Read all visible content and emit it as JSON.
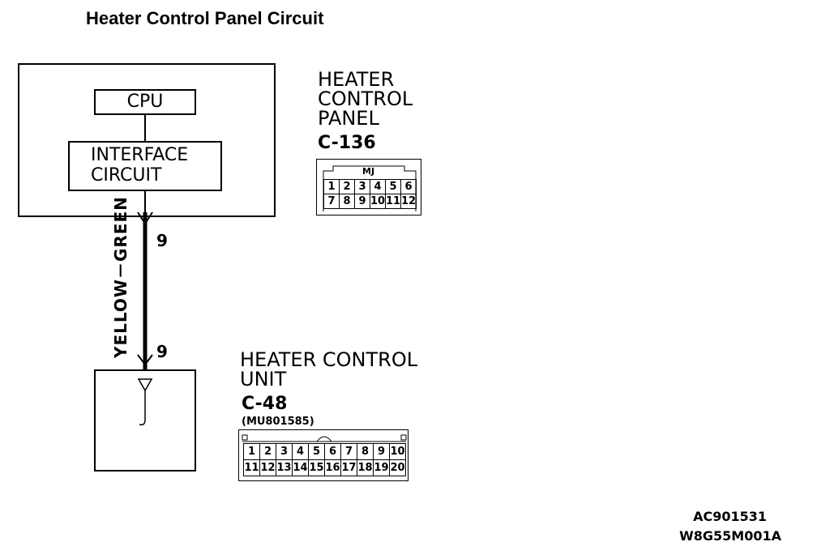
{
  "title": "Heater Control Panel Circuit",
  "heater_control_panel": {
    "name_lines": [
      "HEATER",
      "CONTROL",
      "PANEL"
    ],
    "connector_id": "C-136",
    "connector_tag": "MJ",
    "pins_row1": [
      "1",
      "2",
      "3",
      "4",
      "5",
      "6"
    ],
    "pins_row2": [
      "7",
      "8",
      "9",
      "10",
      "11",
      "12"
    ],
    "cpu_label": "CPU",
    "interface_lines": [
      "INTERFACE",
      "CIRCUIT"
    ]
  },
  "wire": {
    "color_label": "YELLOW－GREEN",
    "top_pin": "9",
    "bottom_pin": "9"
  },
  "heater_control_unit": {
    "name_lines": [
      "HEATER CONTROL",
      "UNIT"
    ],
    "connector_id": "C-48",
    "part_number": "(MU801585)",
    "pins_row1": [
      "1",
      "2",
      "3",
      "4",
      "5",
      "6",
      "7",
      "8",
      "9",
      "10"
    ],
    "pins_row2": [
      "11",
      "12",
      "13",
      "14",
      "15",
      "16",
      "17",
      "18",
      "19",
      "20"
    ]
  },
  "codes": [
    "AC901531",
    "W8G55M001A"
  ]
}
